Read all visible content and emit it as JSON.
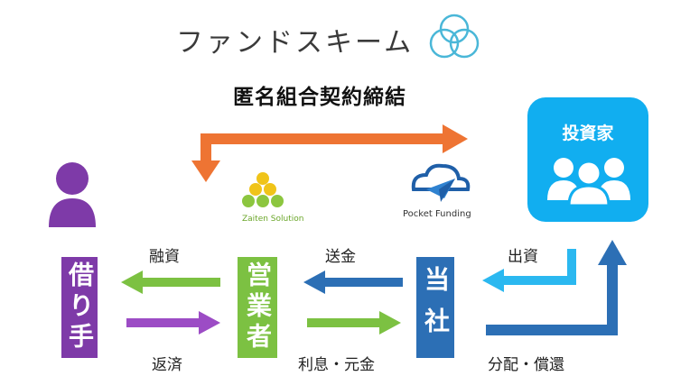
{
  "title": "ファンドスキーム",
  "contract_label": "匿名組合契約締結",
  "entities": {
    "borrower": "借り手",
    "operator": "営業者",
    "company": "当社",
    "investor": "投資家"
  },
  "logos": {
    "zaiten": "Zaiten Solution",
    "pocket": "Pocket Funding"
  },
  "flows": {
    "loan": "融資",
    "repay": "返済",
    "remit": "送金",
    "interest": "利息・元金",
    "invest": "出資",
    "distribution": "分配・償還"
  },
  "colors": {
    "borrower": "#7e3aa8",
    "operator": "#7cc142",
    "company": "#2c6fb5",
    "investor": "#11aef0",
    "contract_arrow": "#ee7433"
  }
}
